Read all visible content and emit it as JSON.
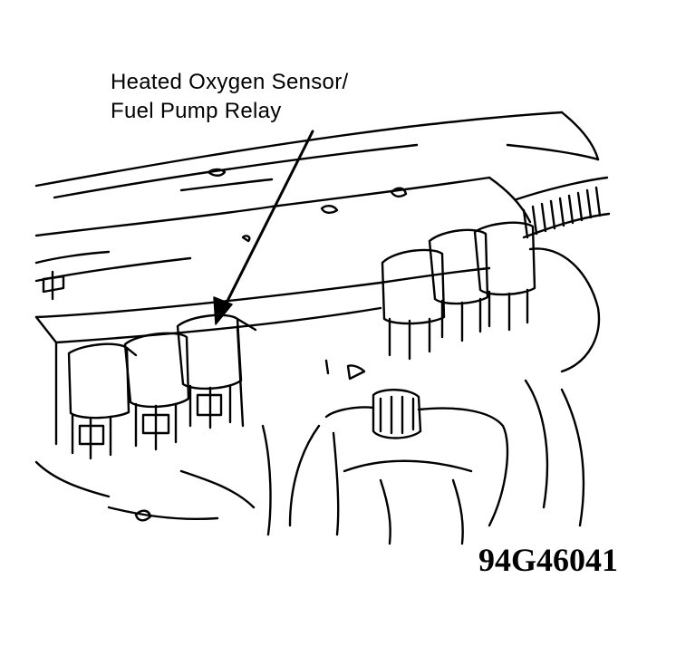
{
  "callout": {
    "line1": "Heated Oxygen Sensor/",
    "line2": "Fuel Pump Relay"
  },
  "figure_id": "94G46041",
  "colors": {
    "ink": "#000000",
    "paper": "#ffffff"
  }
}
